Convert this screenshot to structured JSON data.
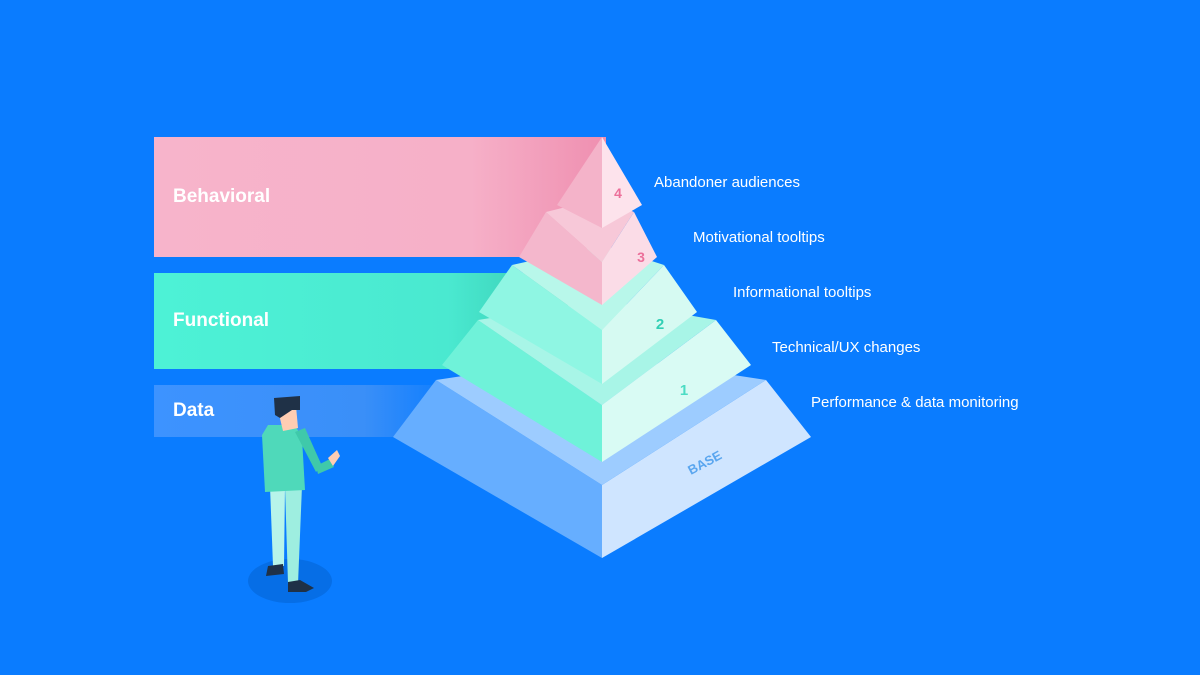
{
  "bands": {
    "behavioral": "Behavioral",
    "functional": "Functional",
    "data": "Data"
  },
  "pyramid": {
    "tiers": [
      {
        "number": "4",
        "label": "Abandoner audiences"
      },
      {
        "number": "3",
        "label": "Motivational tooltips"
      },
      {
        "number": "2",
        "label": "Informational tooltips"
      },
      {
        "number": "1",
        "label": "Technical/UX changes"
      },
      {
        "number": "BASE",
        "label": "Performance & data monitoring"
      }
    ]
  },
  "colors": {
    "background": "#0a7cff",
    "behavioral": "#f6b0c8",
    "functional": "#4ae9d0",
    "data": "#3a8ff8"
  }
}
